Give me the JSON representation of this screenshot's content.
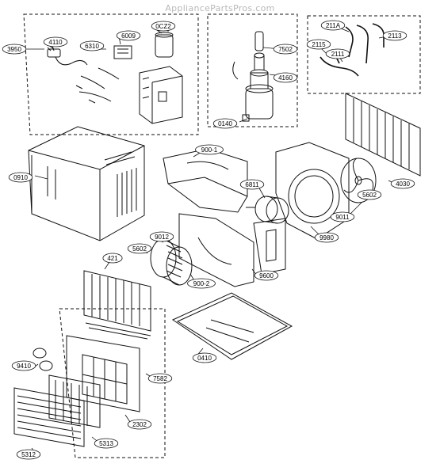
{
  "watermark": "AppliancePartsPros.com",
  "callouts": [
    {
      "id": "3950",
      "label": "3950"
    },
    {
      "id": "4110",
      "label": "4110"
    },
    {
      "id": "6009",
      "label": "6009"
    },
    {
      "id": "0cz2",
      "label": "0CZ2"
    },
    {
      "id": "6310",
      "label": "6310"
    },
    {
      "id": "7502",
      "label": "7502"
    },
    {
      "id": "4160",
      "label": "4160"
    },
    {
      "id": "0140",
      "label": "0140"
    },
    {
      "id": "211a",
      "label": "211A"
    },
    {
      "id": "2113",
      "label": "2113"
    },
    {
      "id": "2115",
      "label": "2115"
    },
    {
      "id": "2111",
      "label": "2111"
    },
    {
      "id": "0910",
      "label": "0910"
    },
    {
      "id": "9001",
      "label": "900-1"
    },
    {
      "id": "6811",
      "label": "6811"
    },
    {
      "id": "4030",
      "label": "4030"
    },
    {
      "id": "5602b",
      "label": "5602"
    },
    {
      "id": "9011",
      "label": "9011"
    },
    {
      "id": "9980",
      "label": "9980"
    },
    {
      "id": "9012",
      "label": "9012"
    },
    {
      "id": "5602a",
      "label": "5602"
    },
    {
      "id": "421",
      "label": "421"
    },
    {
      "id": "9002",
      "label": "900-2"
    },
    {
      "id": "9600",
      "label": "9600"
    },
    {
      "id": "0410",
      "label": "0410"
    },
    {
      "id": "9410",
      "label": "9410"
    },
    {
      "id": "7582",
      "label": "7582"
    },
    {
      "id": "2302",
      "label": "2302"
    },
    {
      "id": "5313",
      "label": "5313"
    },
    {
      "id": "5312",
      "label": "5312"
    }
  ]
}
